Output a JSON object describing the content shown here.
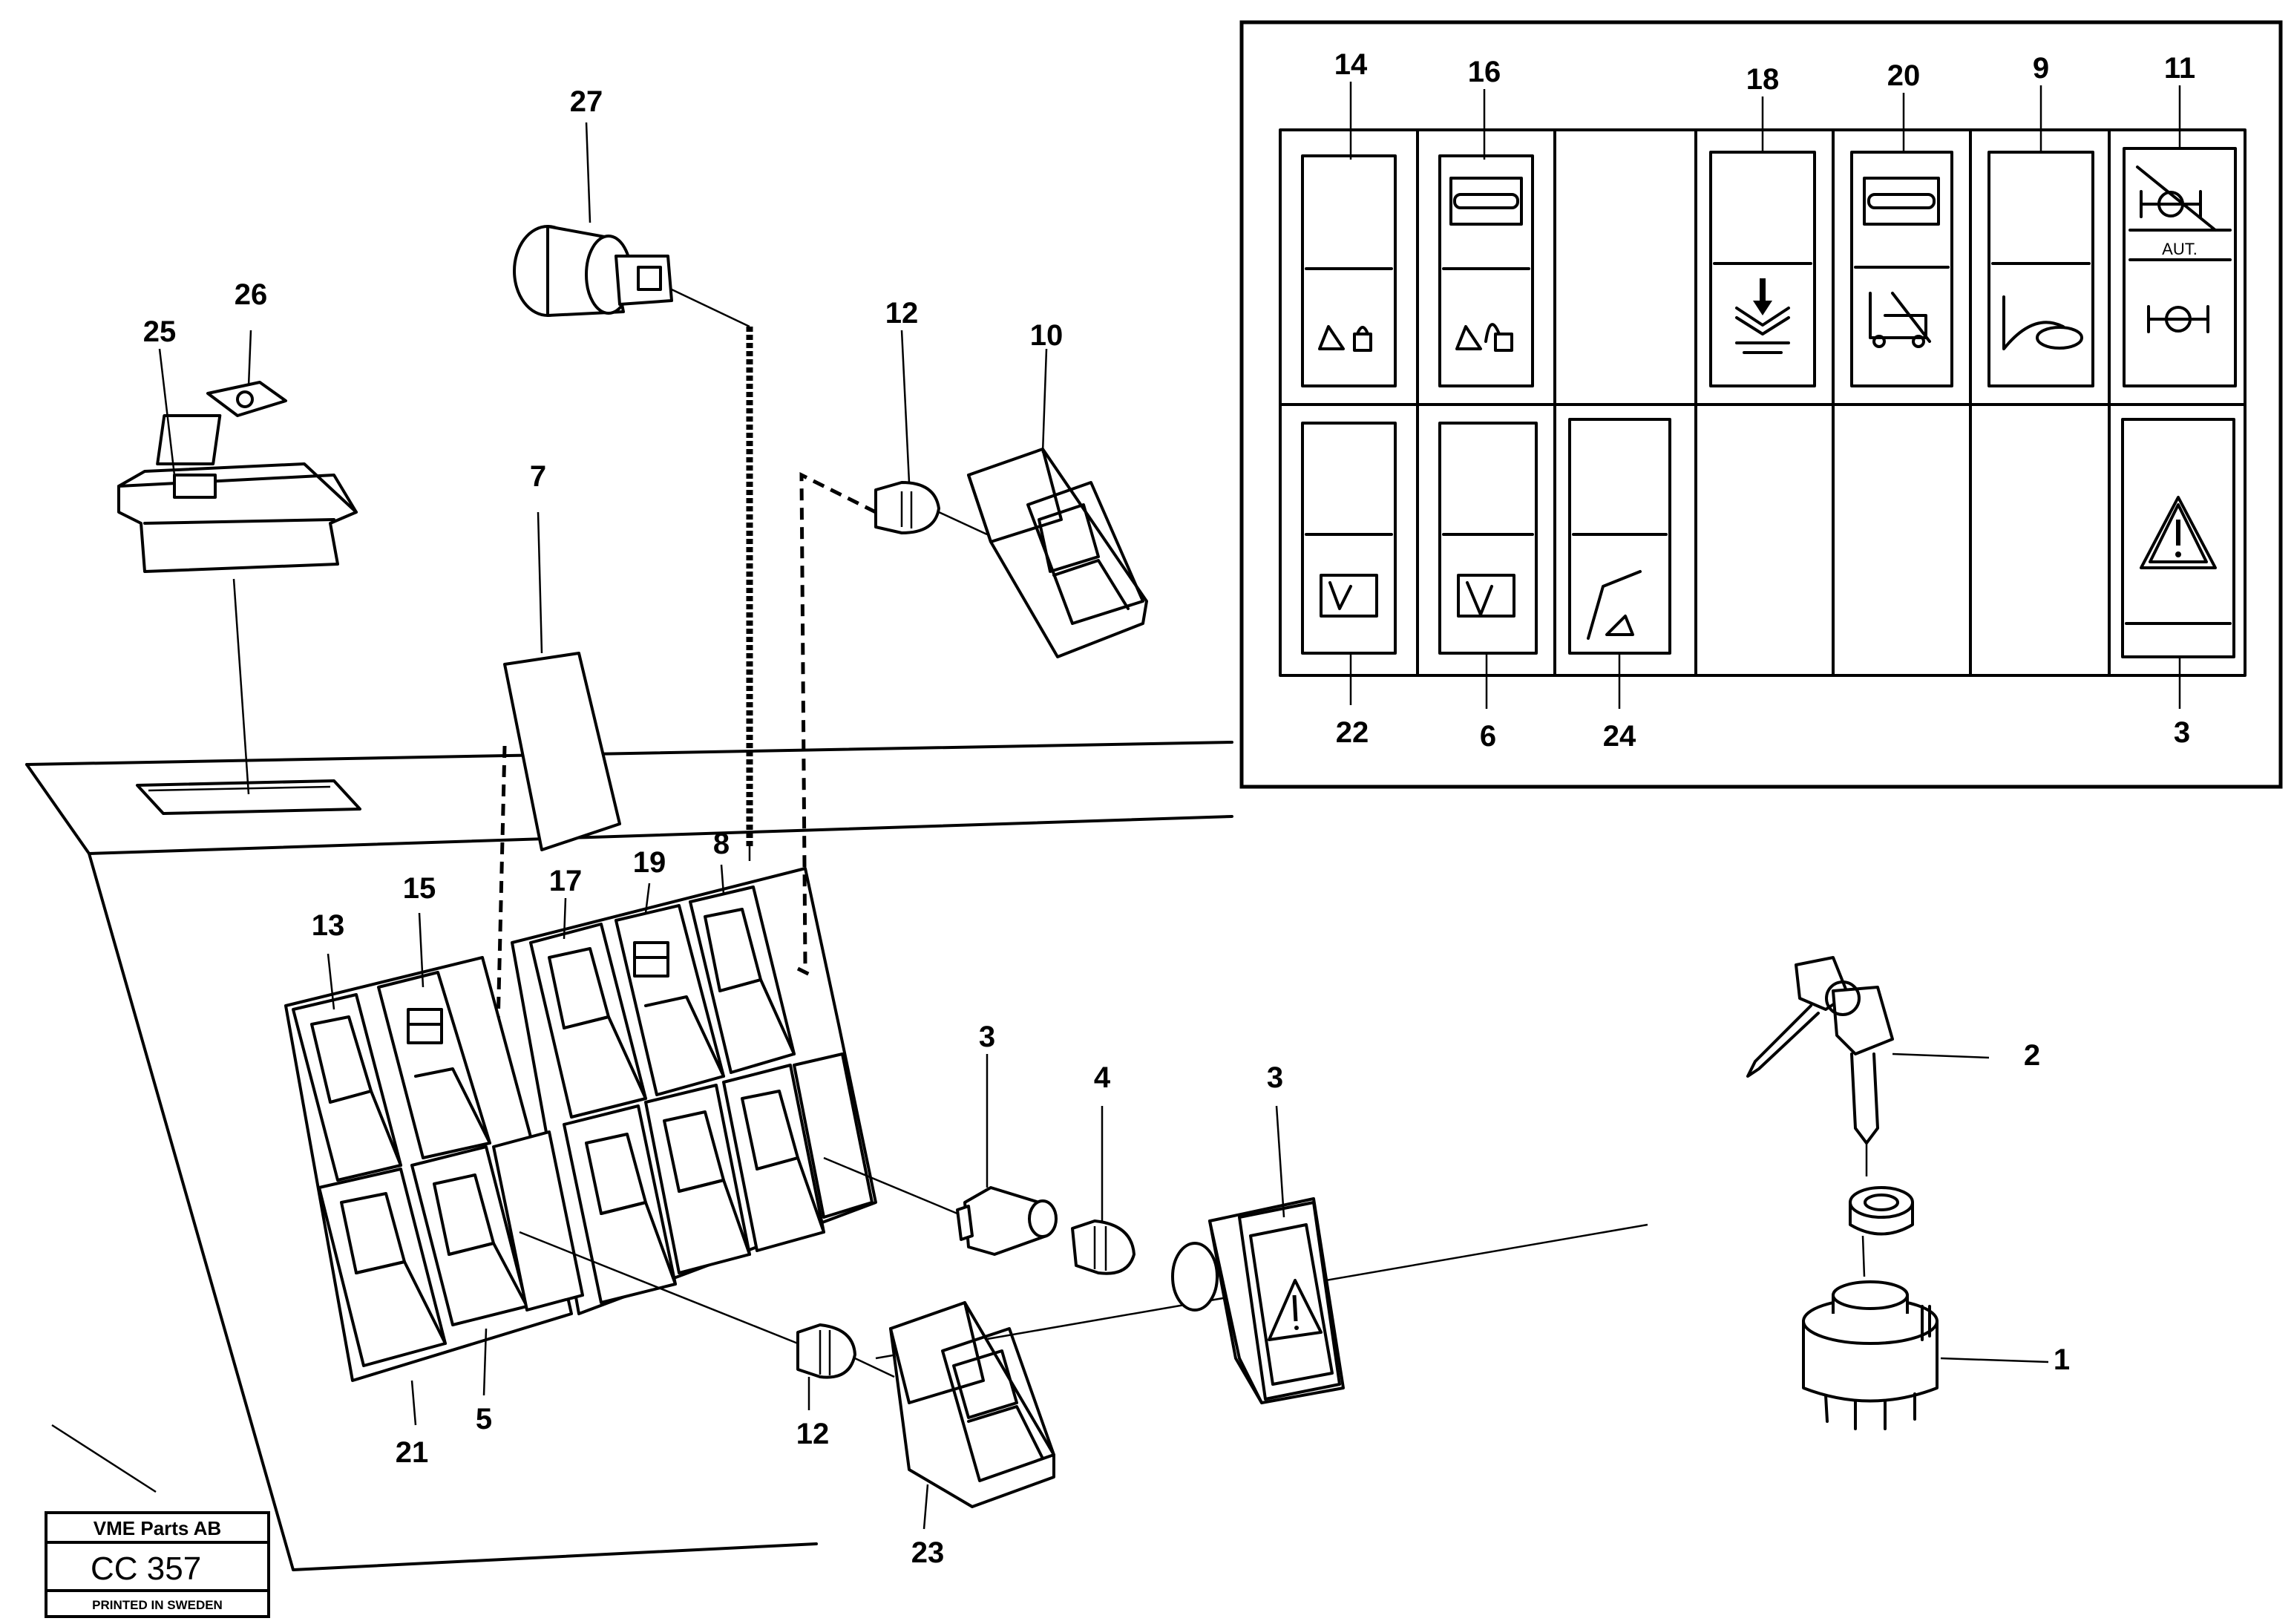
{
  "callouts": {
    "c1": "1",
    "c2": "2",
    "c3a": "3",
    "c3b": "3",
    "c3c": "3",
    "c4": "4",
    "c5": "5",
    "c6": "6",
    "c7": "7",
    "c8": "8",
    "c9": "9",
    "c10": "10",
    "c11": "11",
    "c12a": "12",
    "c12b": "12",
    "c13": "13",
    "c14": "14",
    "c15": "15",
    "c16": "16",
    "c17": "17",
    "c18": "18",
    "c19": "19",
    "c20": "20",
    "c21": "21",
    "c22": "22",
    "c23": "23",
    "c24": "24",
    "c25": "25",
    "c26": "26",
    "c27": "27"
  },
  "symbol_panel": {
    "aut_label": "AUT."
  },
  "stamp": {
    "company": "VME Parts AB",
    "code": "CC 357",
    "printed": "PRINTED IN SWEDEN"
  },
  "icons": [
    "diff-lock-icon",
    "horn-icon",
    "warning-triangle-icon",
    "wiper-icon",
    "fork-lift-icon",
    "axle-icon",
    "lower-arrow-icon",
    "key-icon",
    "ignition-switch-icon",
    "bulb-icon",
    "rocker-switch-icon"
  ]
}
